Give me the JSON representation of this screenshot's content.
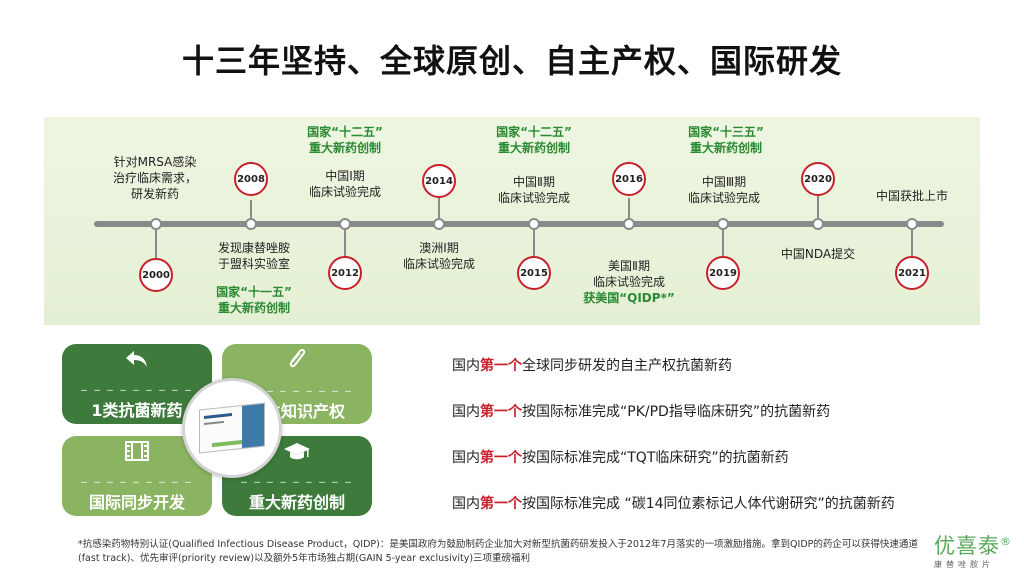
{
  "title": "十三年坚持、全球原创、自主产权、国际研发",
  "timeline": {
    "years": [
      "2000",
      "2008",
      "2012",
      "2014",
      "2015",
      "2016",
      "2019",
      "2020",
      "2021"
    ],
    "e2000": [
      "针对MRSA感染",
      "治疗临床需求，",
      "研发新药"
    ],
    "e2008": [
      "发现康替唑胺",
      "于盟科实验室"
    ],
    "e2008_green": [
      "国家“十一五”",
      "重大新药创制"
    ],
    "e2012": [
      "中国Ⅰ期",
      "临床试验完成"
    ],
    "e2012_green": [
      "国家“十二五”",
      "重大新药创制"
    ],
    "e2014": [
      "澳洲Ⅰ期",
      "临床试验完成"
    ],
    "e2015": [
      "中国Ⅱ期",
      "临床试验完成"
    ],
    "e2015_green": [
      "国家“十二五”",
      "重大新药创制"
    ],
    "e2016": [
      "美国Ⅱ期",
      "临床试验完成",
      "获美国“QIDP*”"
    ],
    "e2019": [
      "中国Ⅲ期",
      "临床试验完成"
    ],
    "e2019_green": [
      "国家“十三五”",
      "重大新药创制"
    ],
    "e2020": [
      "中国NDA提交"
    ],
    "e2021": [
      "中国获批上市"
    ]
  },
  "tiles": [
    {
      "label": "1类抗菌新药",
      "icon": "undo-arrow-icon"
    },
    {
      "label": "自主知识产权",
      "icon": "paperclip-icon"
    },
    {
      "label": "国际同步开发",
      "icon": "film-icon"
    },
    {
      "label": "重大新药创制",
      "icon": "graduation-cap-icon"
    }
  ],
  "tile_dashes": "_ _ _ _ _ _ _ _ _",
  "firsts": [
    {
      "pre": "国内",
      "red": "第一个",
      "post": "全球同步研发的自主产权抗菌新药"
    },
    {
      "pre": "国内",
      "red": "第一个",
      "post": "按国际标准完成“PK/PD指导临床研究”的抗菌新药"
    },
    {
      "pre": "国内",
      "red": "第一个",
      "post": "按国际标准完成“TQT临床研究”的抗菌新药"
    },
    {
      "pre": "国内",
      "red": "第一个",
      "post": "按国际标准完成 “碳14同位素标记人体代谢研究”的抗菌新药"
    }
  ],
  "footnote": "*抗感染药物特别认证(Qualified Infectious Disease Product，QIDP)：是美国政府为鼓励制药企业加大对新型抗菌药研发投入于2012年7月落实的一项激励措施。拿到QIDP的药企可以获得快速通道(fast track)、优先审评(priority review)以及额外5年市场独占期(GAIN 5-year exclusivity)三项重磅福利",
  "logo": {
    "name": "优喜泰",
    "reg": "®",
    "sub": "康替唑胺片"
  },
  "colors": {
    "accent_red": "#c8202a",
    "green_dark": "#3d7a3b",
    "green_light": "#8ab462",
    "band": "#e6f1d6"
  }
}
